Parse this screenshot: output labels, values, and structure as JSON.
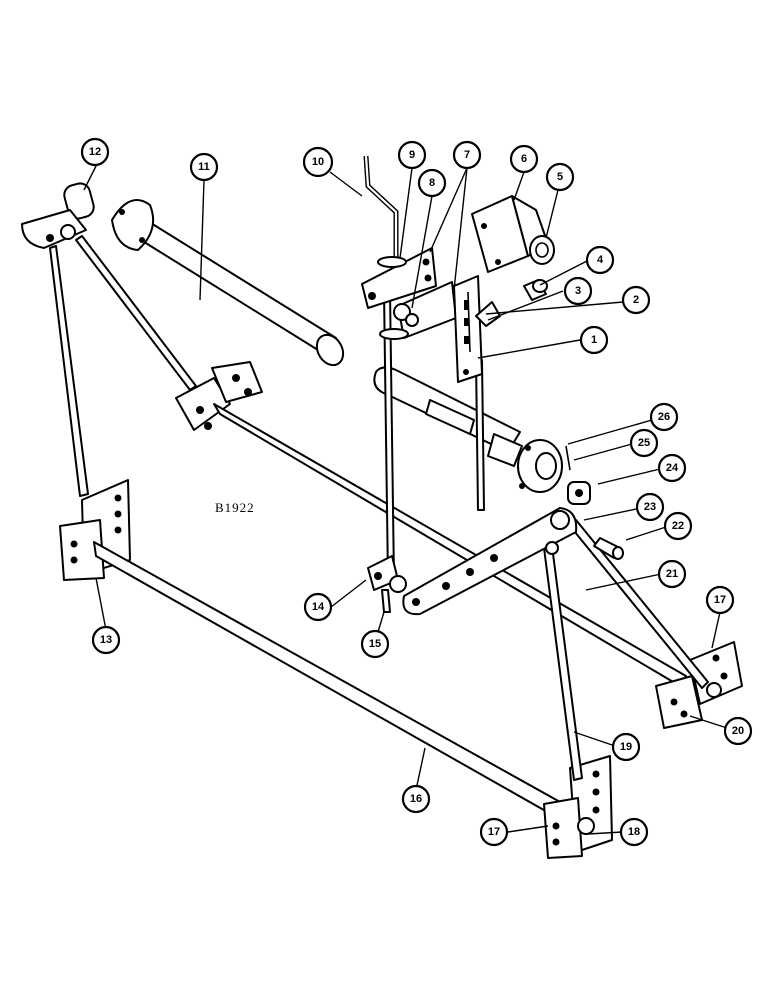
{
  "figure_code": "B1922",
  "callouts": [
    {
      "id": "1",
      "label": "1"
    },
    {
      "id": "2",
      "label": "2"
    },
    {
      "id": "3",
      "label": "3"
    },
    {
      "id": "4",
      "label": "4"
    },
    {
      "id": "5",
      "label": "5"
    },
    {
      "id": "6",
      "label": "6"
    },
    {
      "id": "7",
      "label": "7"
    },
    {
      "id": "8",
      "label": "8"
    },
    {
      "id": "9",
      "label": "9"
    },
    {
      "id": "10",
      "label": "10"
    },
    {
      "id": "11",
      "label": "11"
    },
    {
      "id": "12",
      "label": "12"
    },
    {
      "id": "13",
      "label": "13"
    },
    {
      "id": "14",
      "label": "14"
    },
    {
      "id": "15",
      "label": "15"
    },
    {
      "id": "16",
      "label": "16"
    },
    {
      "id": "17a",
      "label": "17"
    },
    {
      "id": "17b",
      "label": "17"
    },
    {
      "id": "18",
      "label": "18"
    },
    {
      "id": "19",
      "label": "19"
    },
    {
      "id": "20",
      "label": "20"
    },
    {
      "id": "21",
      "label": "21"
    },
    {
      "id": "22",
      "label": "22"
    },
    {
      "id": "23",
      "label": "23"
    },
    {
      "id": "24",
      "label": "24"
    },
    {
      "id": "25",
      "label": "25"
    },
    {
      "id": "26",
      "label": "26"
    }
  ]
}
